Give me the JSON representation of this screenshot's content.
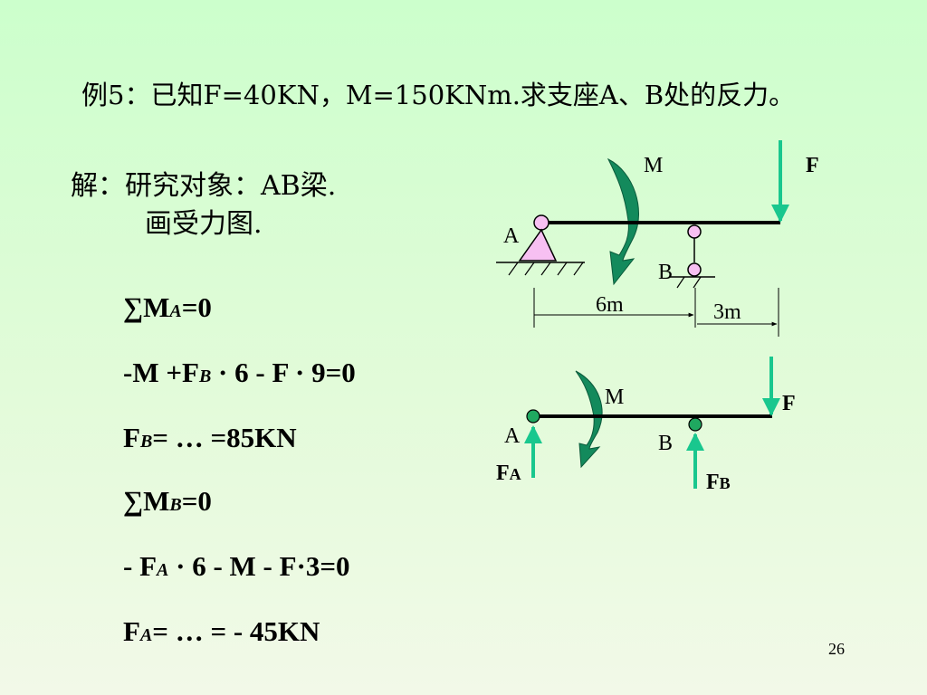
{
  "slide": {
    "title": "例5：已知F=40KN，M=150KNm.求支座A、B处的反力。",
    "solution": {
      "line1": "解：研究对象：AB梁.",
      "line2": "画受力图."
    },
    "equations": [
      {
        "pre": "∑M",
        "sub": "A",
        "post": "=0"
      },
      {
        "pre": "-M +F",
        "sub": "B",
        "post": " · 6 - F · 9=0"
      },
      {
        "pre": "F",
        "sub": "B",
        "post": "= … =85KN"
      },
      {
        "pre": "∑M",
        "sub": "B",
        "post": "=0"
      },
      {
        "pre": "- F",
        "sub": "A",
        "post": " · 6 - M - F·3=0"
      },
      {
        "pre": "F",
        "sub": "A",
        "post": "= … = - 45KN"
      }
    ],
    "page_number": "26"
  },
  "diagram_top": {
    "label_M": "M",
    "label_F": "F",
    "label_A": "A",
    "label_B": "B",
    "dim_6m": "6m",
    "dim_3m": "3m"
  },
  "diagram_bottom": {
    "label_M": "M",
    "label_F": "F",
    "label_A": "A",
    "label_B": "B",
    "label_FA_main": "F",
    "label_FA_sub": "A",
    "label_FB_main": "F",
    "label_FB_sub": "B"
  },
  "colors": {
    "force_arrow": "#19c78e",
    "moment_arrow": "#138a5c",
    "beam": "#000000",
    "hinge_top": "#f7c0f2",
    "hinge_bottom": "#1fa860"
  }
}
